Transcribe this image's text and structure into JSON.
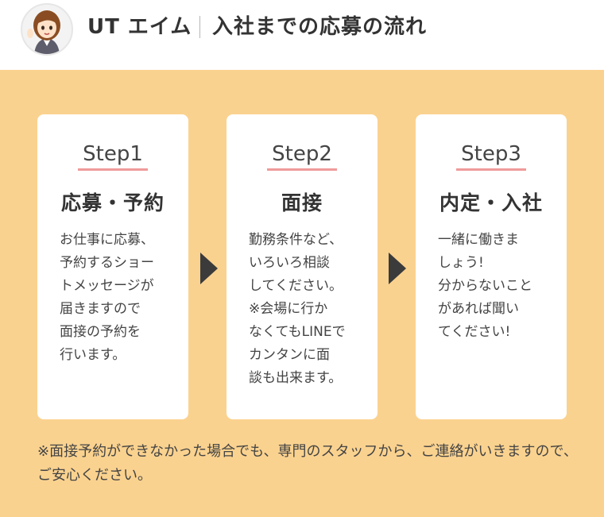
{
  "header": {
    "brand": "UT エイム",
    "title": "入社までの応募の流れ",
    "avatar_icon": "waving-woman-icon"
  },
  "steps": [
    {
      "label": "Step1",
      "title": "応募・予約",
      "body": "お仕事に応募、\n予約するショー\nトメッセージが\n届きますので\n面接の予約を\n行います。"
    },
    {
      "label": "Step2",
      "title": "面接",
      "body": "勤務条件など、\nいろいろ相談\nしてください。\n※会場に行か\nなくてもLINEで\nカンタンに面\n談も出来ます。"
    },
    {
      "label": "Step3",
      "title": "内定・入社",
      "body": "一緒に働きま\nしょう!\n分からないこと\nがあれば聞い\nてください!"
    }
  ],
  "note": "※面接予約ができなかった場合でも、専門のスタッフから、ご連絡がいきますので、ご安心ください。",
  "colors": {
    "panel_background": "#fad28f",
    "card_background": "#ffffff",
    "step_underline": "#ef9a9a",
    "arrow": "#3b3b3b",
    "text": "#333333"
  }
}
